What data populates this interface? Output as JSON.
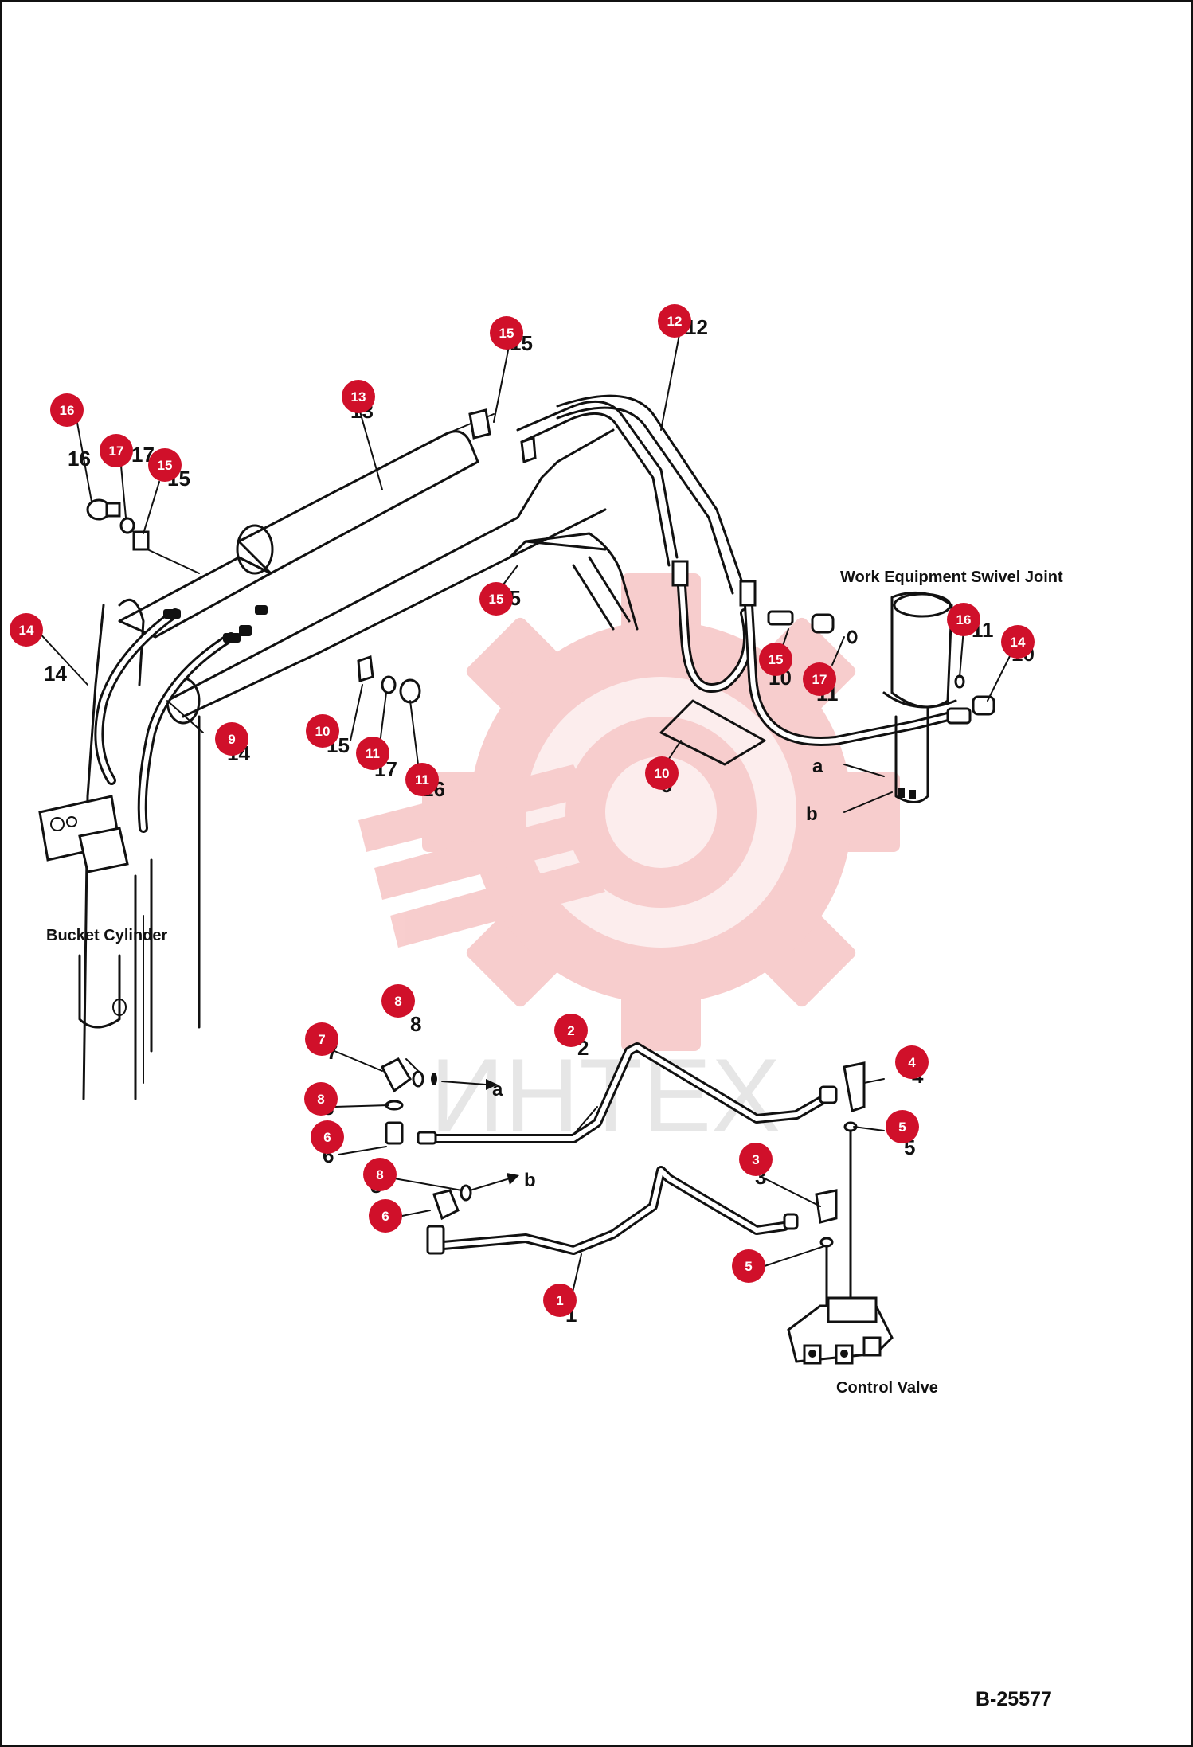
{
  "drawing_number": "B-25577",
  "watermark": "ИНТЕХ",
  "component_labels": {
    "work_equipment_swivel_joint": "Work Equipment Swivel Joint",
    "bucket_cylinder": "Bucket Cylinder",
    "control_valve": "Control Valve"
  },
  "connection_refs": {
    "a_upper": "a",
    "b_upper": "b",
    "a_lower": "a",
    "b_lower": "b"
  },
  "callouts": [
    "15",
    "12",
    "13",
    "16",
    "17",
    "15",
    "14",
    "15",
    "9",
    "10",
    "11",
    "11",
    "10",
    "15",
    "17",
    "16",
    "14",
    "8",
    "7",
    "8",
    "6",
    "8",
    "6",
    "2",
    "4",
    "5",
    "3",
    "5",
    "1"
  ],
  "colors": {
    "callout": "#d0102a",
    "line": "#111111",
    "watermark": "#f4b8b8"
  }
}
